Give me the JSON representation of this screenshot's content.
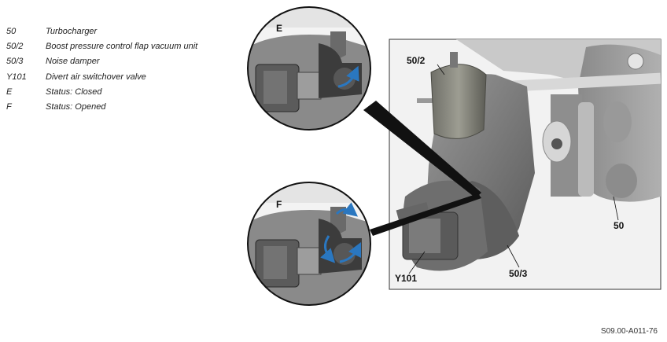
{
  "legend": [
    {
      "code": "50",
      "description": "Turbocharger"
    },
    {
      "code": "50/2",
      "description": "Boost pressure control flap vacuum unit"
    },
    {
      "code": "50/3",
      "description": "Noise damper"
    },
    {
      "code": "Y101",
      "description": "Divert air switchover valve"
    },
    {
      "code": "E",
      "description": "Status: Closed"
    },
    {
      "code": "F",
      "description": "Status: Opened"
    }
  ],
  "callouts": {
    "vacuum_unit": "50/2",
    "turbocharger": "50",
    "valve": "Y101",
    "noise_damper": "50/3",
    "detail_closed": "E",
    "detail_opened": "F"
  },
  "document_id": "S09.00-A011-76",
  "colors": {
    "flow_arrow": "#2a77c0",
    "metal_dark": "#6b6b6b",
    "metal_light": "#a8a8a8"
  }
}
